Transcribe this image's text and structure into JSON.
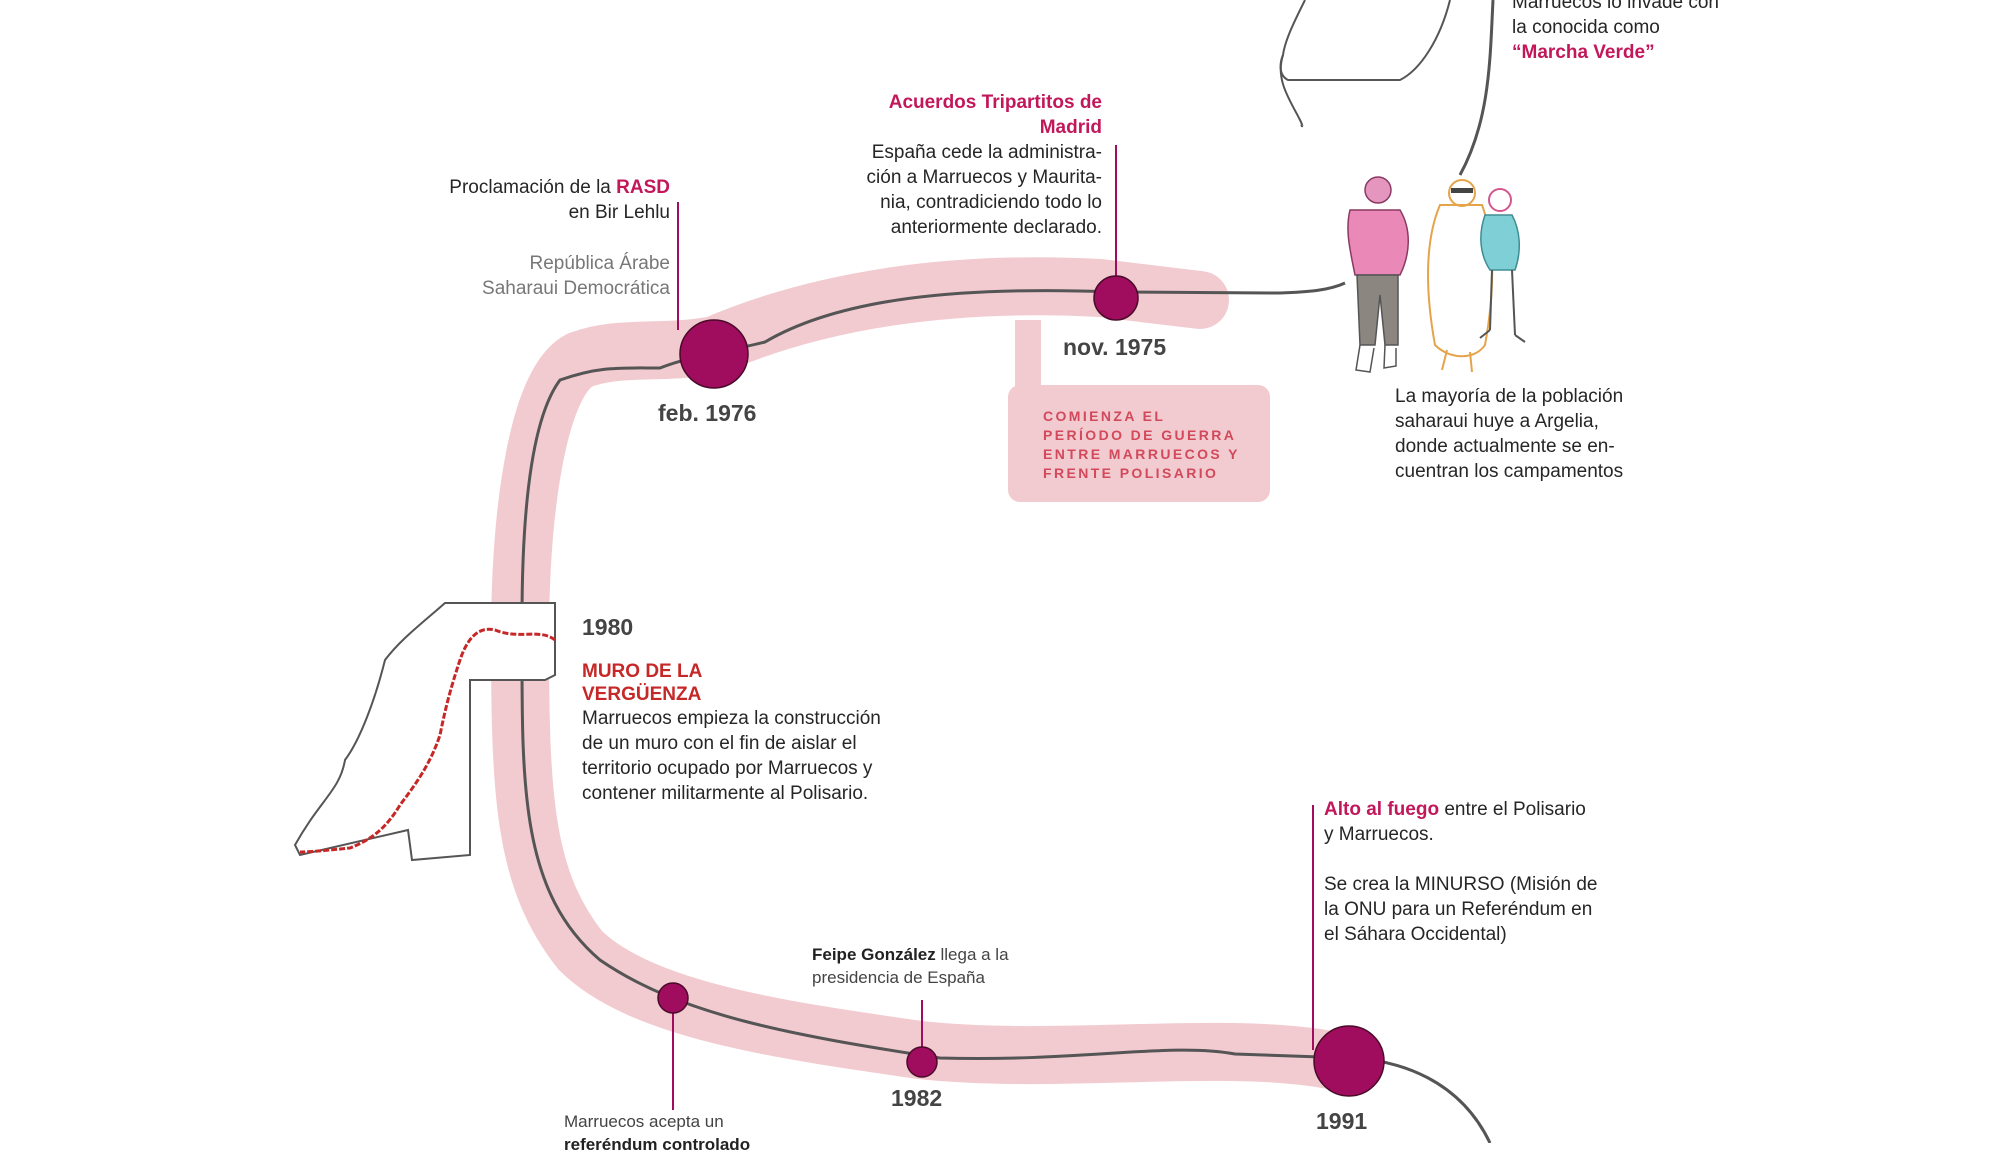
{
  "events": {
    "marcha": {
      "line1": "Marruecos lo invade con",
      "line2": "la conocida como",
      "highlight": "“Marcha Verde”"
    },
    "tripartitos": {
      "title_line1": "Acuerdos Tripartitos de",
      "title_line2": "Madrid",
      "lines": [
        "España cede la administra-",
        "ción a Marruecos y Maurita-",
        "nia, contradiciendo todo lo",
        "anteriormente declarado."
      ],
      "date": "nov. 1975"
    },
    "rasd": {
      "prefix": "Proclamación de la",
      "highlight": "RASD",
      "line2": "en Bir Lehlu",
      "sub_line1": "República Árabe",
      "sub_line2": "Saharaui Democrática",
      "date": "feb. 1976"
    },
    "guerra": {
      "lines": [
        "Comienza el",
        "período de guerra",
        "entre Marruecos y",
        "Frente Polisario"
      ]
    },
    "exodo": {
      "lines": [
        "La mayoría de la población",
        "saharaui huye a Argelia,",
        "donde actualmente se en-",
        "cuentran los campamentos"
      ]
    },
    "muro": {
      "date": "1980",
      "title_line1": "MURO DE LA",
      "title_line2": "VERGÜENZA",
      "lines": [
        "Marruecos empieza la construcción",
        "de un muro con el fin de aislar el",
        "territorio ocupado por Marruecos y",
        "contener militarmente al Polisario."
      ]
    },
    "gonzalez": {
      "bold": "Feipe González",
      "rest": "llega a la",
      "line2": "presidencia de España",
      "date": "1982"
    },
    "referendum": {
      "line1": "Marruecos acepta un",
      "line2": "referéndum controlado"
    },
    "altofuego": {
      "highlight": "Alto al fuego",
      "rest": "entre el Polisario",
      "line2": "y Marruecos.",
      "minurso_lines": [
        "Se crea la MINURSO (Misión de",
        "la ONU para un Referéndum en",
        "el Sáhara Occidental)"
      ],
      "date": "1991"
    }
  },
  "colors": {
    "band": "#f2cbd0",
    "node": "#a00c5e",
    "highlight": "#c2185b",
    "wall": "#c62828",
    "line": "#555555"
  }
}
